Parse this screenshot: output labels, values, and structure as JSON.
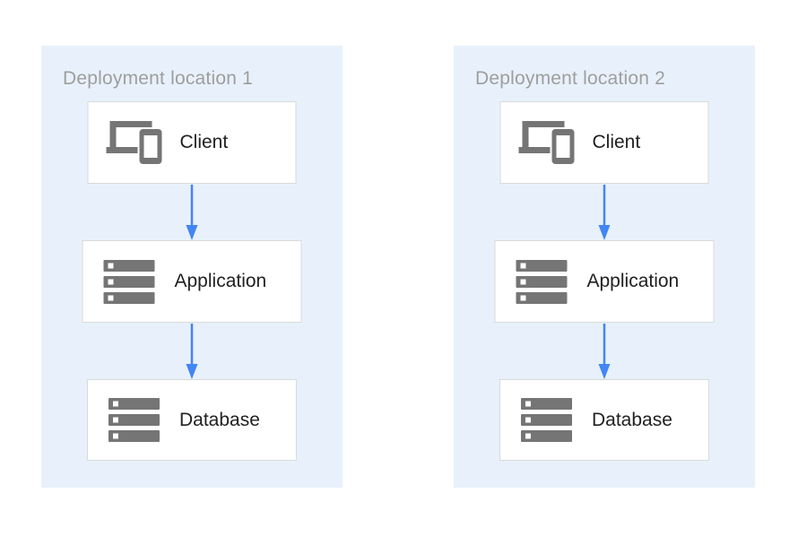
{
  "diagram": {
    "description": "Two identical three-tier deployment stacks shown side by side",
    "colors": {
      "panel_background": "#e8f1fb",
      "box_background": "#ffffff",
      "box_border": "#d9d9d9",
      "icon_gray": "#757575",
      "label_text": "#212121",
      "title_text": "#9e9e9e",
      "arrow_blue": "#4285f4"
    },
    "panels": [
      {
        "title": "Deployment location 1",
        "nodes": [
          {
            "label": "Client",
            "icon": "devices-icon"
          },
          {
            "label": "Application",
            "icon": "server-stack-icon"
          },
          {
            "label": "Database",
            "icon": "server-stack-icon"
          }
        ],
        "edges": [
          {
            "from": "Client",
            "to": "Application"
          },
          {
            "from": "Application",
            "to": "Database"
          }
        ]
      },
      {
        "title": "Deployment location 2",
        "nodes": [
          {
            "label": "Client",
            "icon": "devices-icon"
          },
          {
            "label": "Application",
            "icon": "server-stack-icon"
          },
          {
            "label": "Database",
            "icon": "server-stack-icon"
          }
        ],
        "edges": [
          {
            "from": "Client",
            "to": "Application"
          },
          {
            "from": "Application",
            "to": "Database"
          }
        ]
      }
    ]
  }
}
